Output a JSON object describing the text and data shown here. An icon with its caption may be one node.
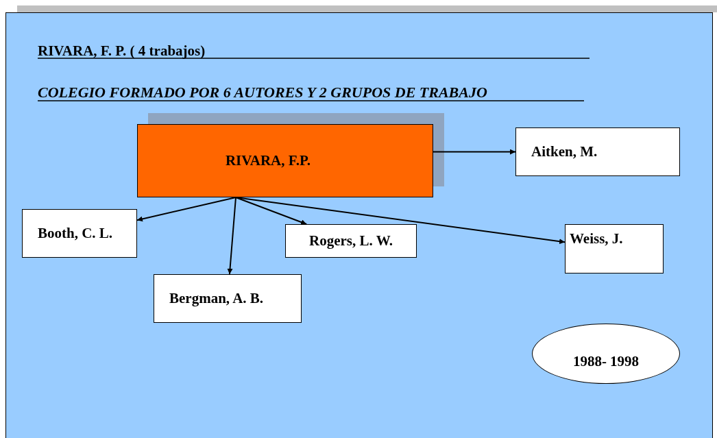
{
  "diagram": {
    "title": "RIVARA, F. P.  ( 4 trabajos)",
    "labels": [
      "COLEGIO FORMADO POR 6 AUTORES Y 2 GRUPOS DE TRABAJO"
    ],
    "nodes": [
      {
        "text": [
          "RIVARA, F.P."
        ]
      },
      {
        "text": [
          "Aitken, M."
        ]
      },
      {
        "text": [
          "Booth, C. L."
        ]
      },
      {
        "text": [
          "Bergman, A. B."
        ]
      },
      {
        "text": [
          "Rogers, L. W."
        ]
      },
      {
        "text": [
          "Weiss, J."
        ]
      },
      {
        "text": [
          "1988- 1998"
        ]
      }
    ],
    "edges": [
      {
        "from": 0,
        "to": 1,
        "arrow": "to"
      },
      {
        "from": 0,
        "to": 2,
        "arrow": "to"
      },
      {
        "from": 0,
        "to": 3,
        "arrow": "to"
      },
      {
        "from": 0,
        "to": 4,
        "arrow": "to"
      },
      {
        "from": 0,
        "to": 5,
        "arrow": "to"
      }
    ]
  }
}
